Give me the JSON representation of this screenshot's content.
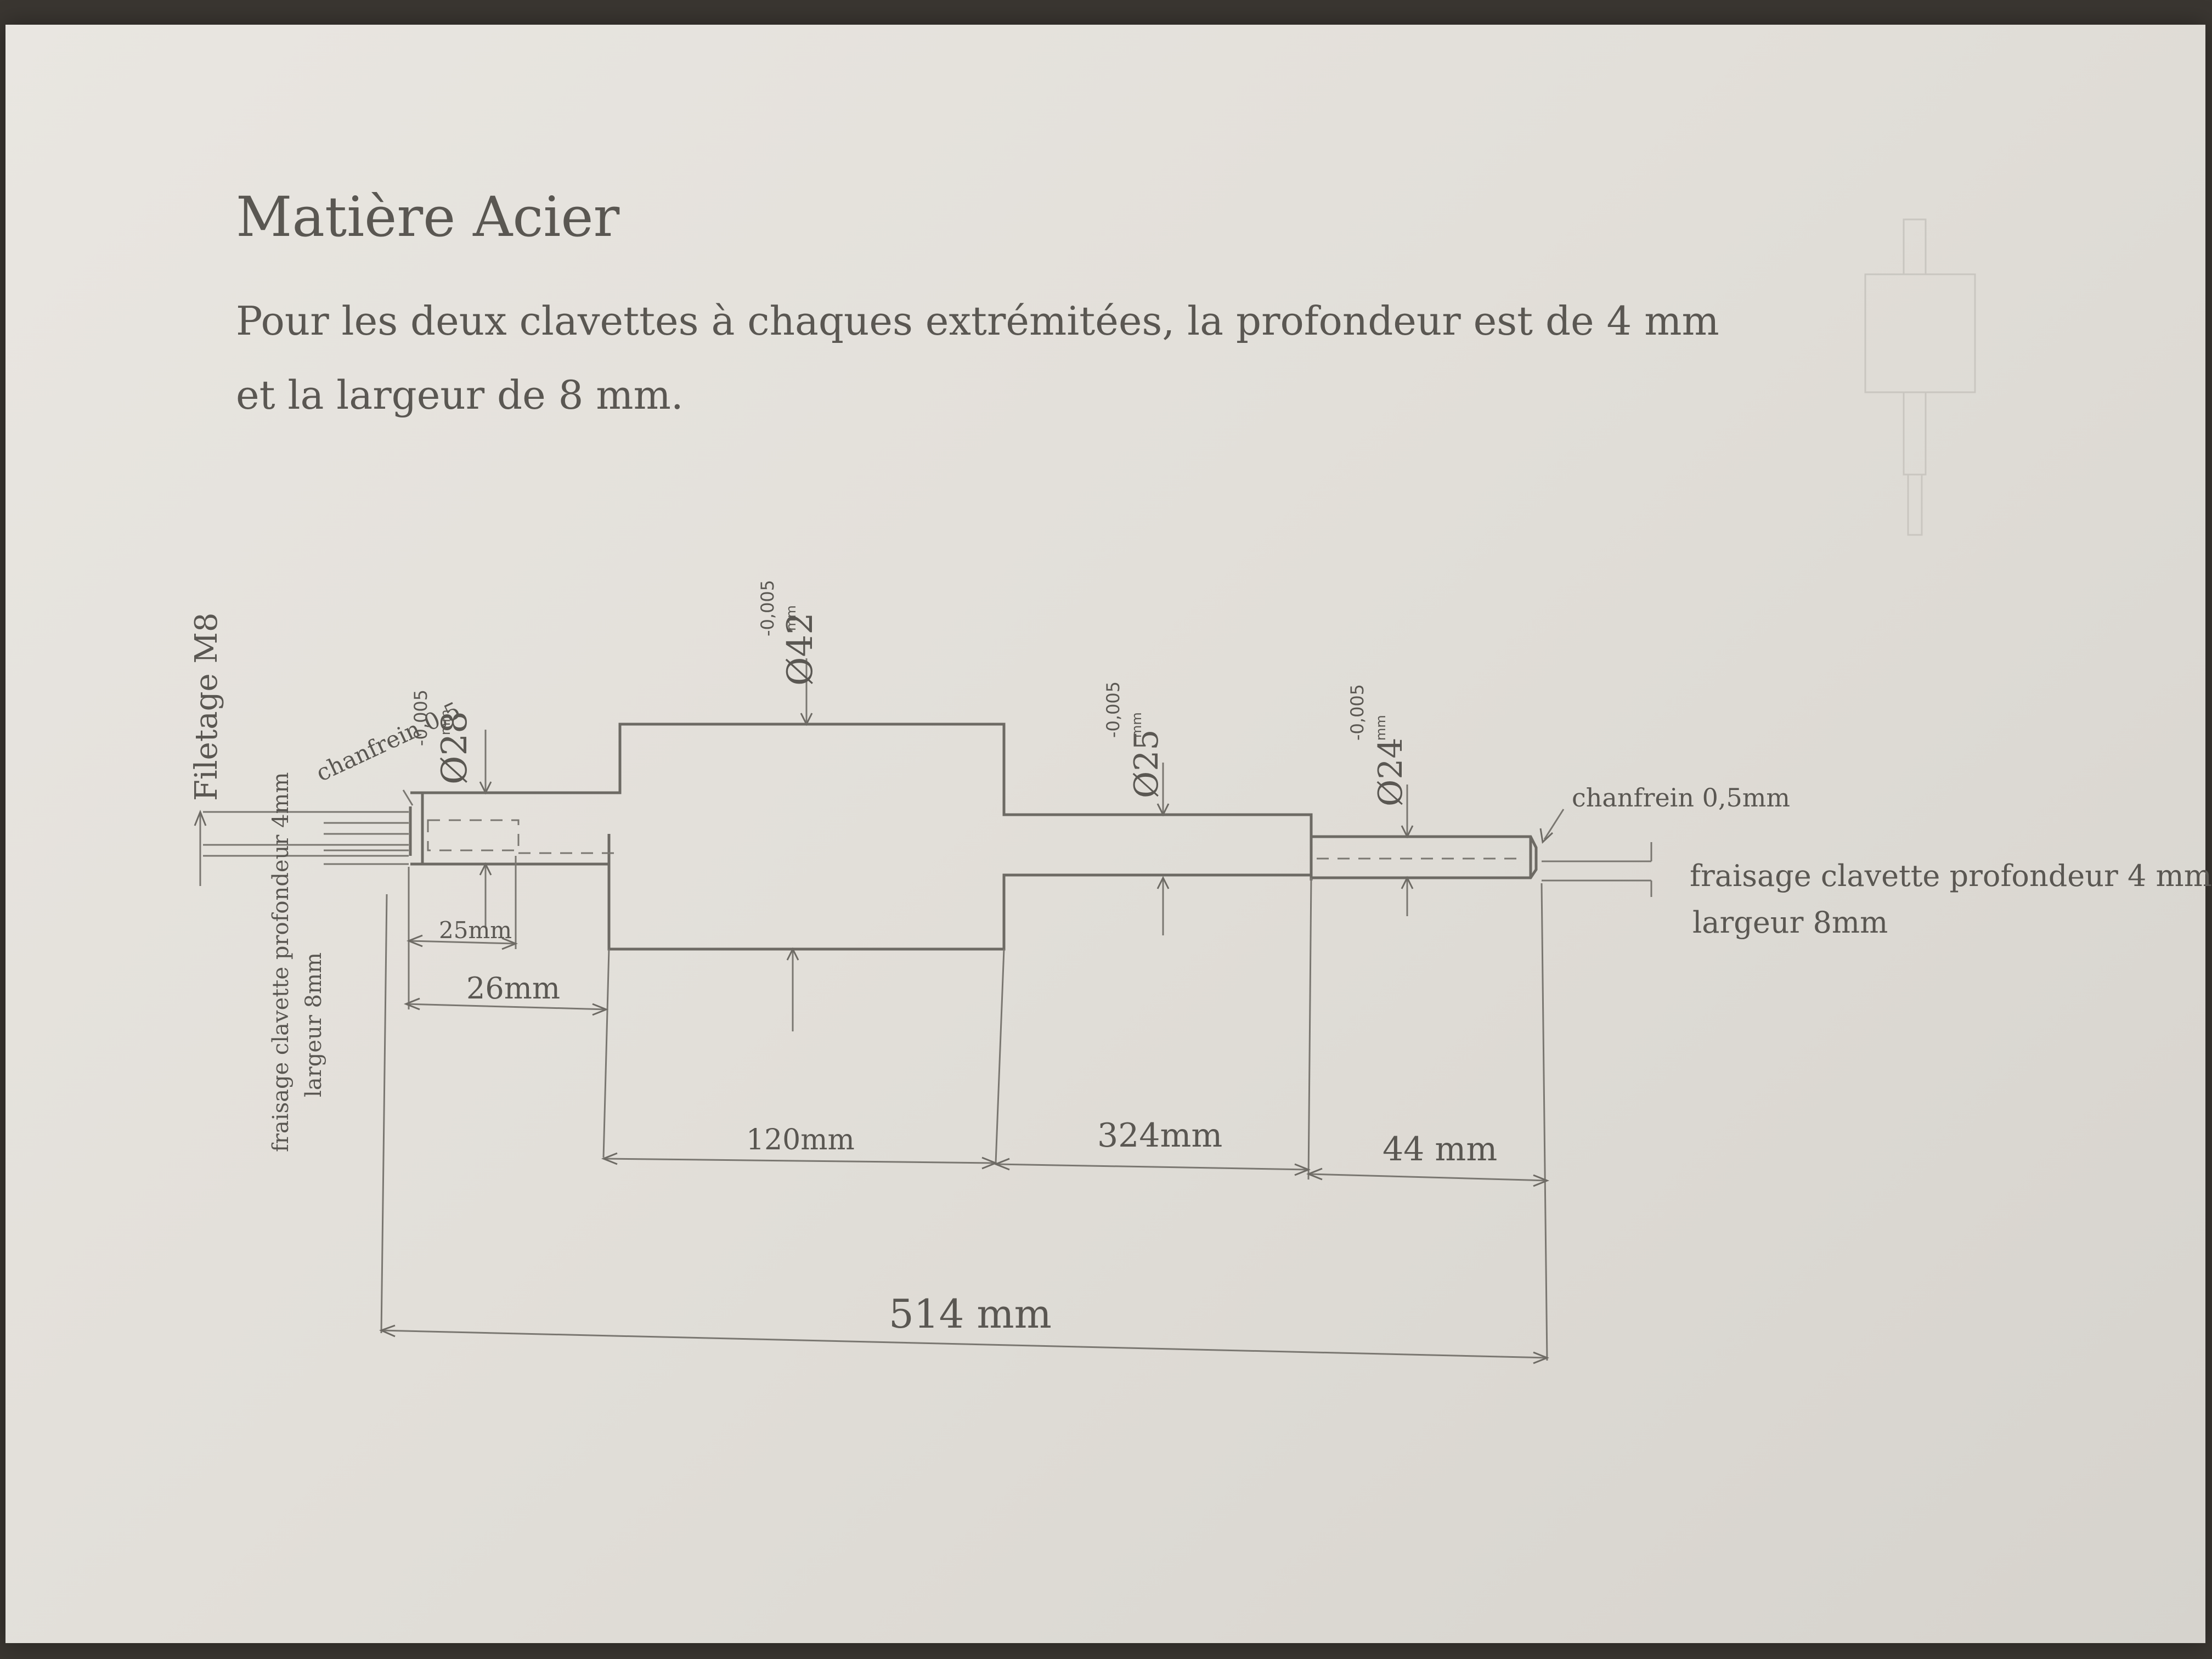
{
  "notes": {
    "material": "Matière Acier",
    "line1": "Pour les deux clavettes à chaques extrémitées, la profondeur est de 4 mm",
    "line2": "et la largeur de 8 mm."
  },
  "labels": {
    "thread": "Filetage M8",
    "chamfer_left": "chanfrein 0,5",
    "keyway_left_line1": "fraisage clavette profondeur 4mm",
    "keyway_left_line2": "largeur 8mm",
    "chamfer_right": "chanfrein 0,5mm",
    "keyway_right_line1": "fraisage clavette profondeur 4 mm",
    "keyway_right_line2": "largeur 8mm"
  },
  "diameters": {
    "d28": "Ø28",
    "d28_tol": "-0,005",
    "d42": "Ø42",
    "d42_tol": "-0,005",
    "d25": "Ø25",
    "d25_tol": "-0,005",
    "d24": "Ø24",
    "d24_tol": "-0,005",
    "unit": "mm"
  },
  "lengths": {
    "l25": "25mm",
    "l26": "26mm",
    "l120": "120mm",
    "l324": "324mm",
    "l44": "44 mm",
    "total": "514 mm"
  }
}
